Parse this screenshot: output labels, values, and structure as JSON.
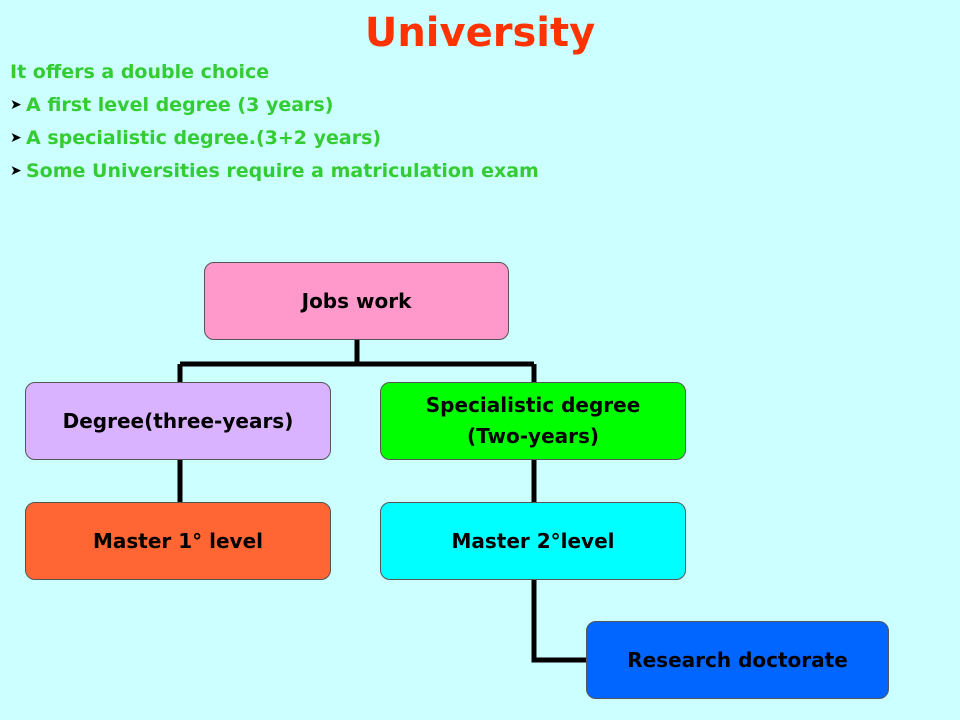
{
  "title": "University",
  "intro": "It offers  a double choice",
  "bullets": [
    "A first level degree (3 years)",
    "A specialistic degree.(3+2 years)",
    "Some Universities  require a matriculation exam"
  ],
  "diagram": {
    "root": {
      "label": "Jobs work",
      "color": "#ff99cc"
    },
    "degree": {
      "label": "Degree(three-years)",
      "color": "#d9b3ff"
    },
    "specialistic": {
      "line1": "Specialistic degree",
      "line2": "(Two-years)",
      "color": "#00ff00"
    },
    "master1": {
      "label": "Master  1° level",
      "color": "#ff6633"
    },
    "master2": {
      "label": "Master 2°level",
      "color": "#00ffff"
    },
    "research": {
      "label": "Research doctorate",
      "color": "#0066ff"
    }
  }
}
